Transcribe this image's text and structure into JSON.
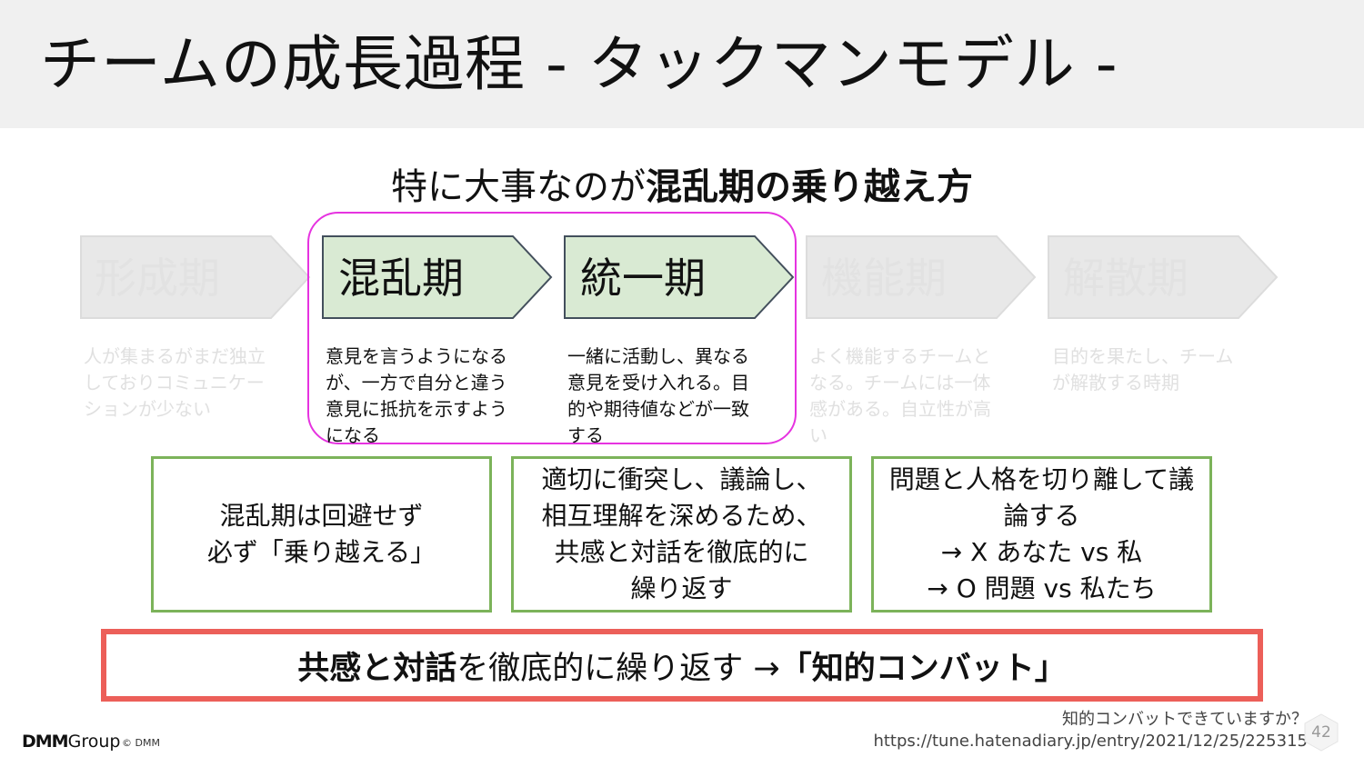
{
  "slide": {
    "title": "チームの成長過程  - タックマンモデル -",
    "subtitle_normal": "特に大事なのが",
    "subtitle_bold": "混乱期の乗り越え方",
    "page_number": "42"
  },
  "stages": [
    {
      "label": "形成期",
      "description": "人が集まるがまだ独立しておりコミュニケーションが少ない",
      "highlighted": false
    },
    {
      "label": "混乱期",
      "description": "意見を言うようになるが、一方で自分と違う意見に抵抗を示すようになる",
      "highlighted": true
    },
    {
      "label": "統一期",
      "description": "一緒に活動し、異なる意見を受け入れる。目的や期待値などが一致する",
      "highlighted": true
    },
    {
      "label": "機能期",
      "description": "よく機能するチームとなる。チームには一体感がある。自立性が高い",
      "highlighted": false
    },
    {
      "label": "解散期",
      "description": "目的を果たし、チームが解散する時期",
      "highlighted": false
    }
  ],
  "points": [
    {
      "lines": [
        "混乱期は回避せず",
        "必ず「乗り越える」"
      ]
    },
    {
      "lines": [
        "適切に衝突し、議論し、",
        "相互理解を深めるため、",
        "共感と対話を徹底的に",
        "繰り返す"
      ]
    },
    {
      "lines": [
        "問題と人格を切り離して議",
        "論する",
        "→ X あなた vs 私",
        "→ O 問題 vs 私たち"
      ]
    }
  ],
  "conclusion": {
    "part1_bold": "共感と対話",
    "part2": "を徹底的に繰り返す → ",
    "part3_bold": "「知的コンバット」"
  },
  "source": {
    "title": "知的コンバットできていますか？",
    "url": "https://tune.hatenadiary.jp/entry/2021/12/25/225315"
  },
  "footer": {
    "logo_main": "DMM",
    "logo_group": "Group",
    "copyright": "© DMM"
  },
  "colors": {
    "header_bg": "#f0f0f0",
    "active_stage_fill": "#d9ead3",
    "active_stage_stroke": "#434f5c",
    "faded_stage_fill": "#e8e8e8",
    "faded_stage_stroke": "#dcdcdc",
    "highlight_frame": "#e633e0",
    "point_border": "#7cb35a",
    "conclusion_border": "#ec5f59"
  }
}
